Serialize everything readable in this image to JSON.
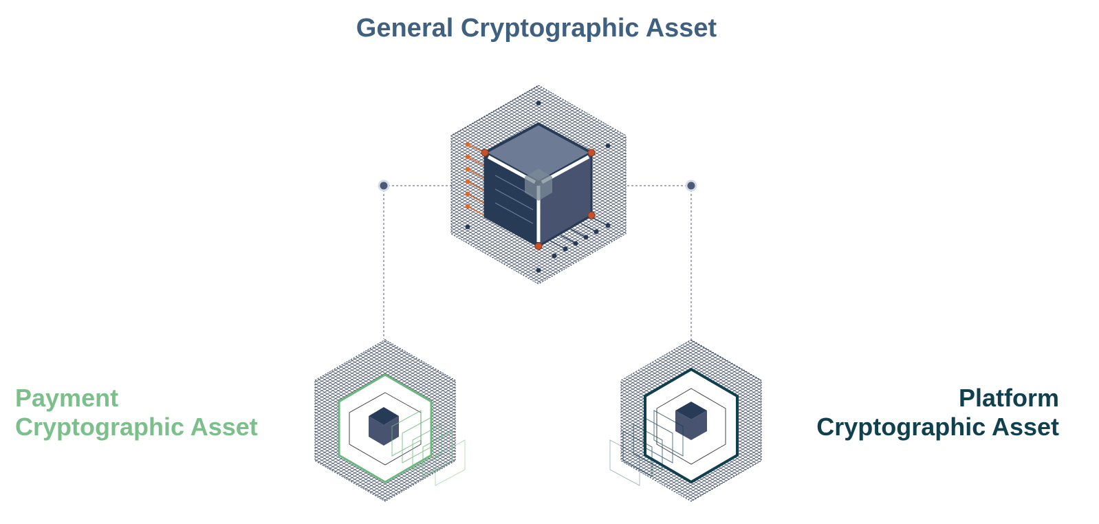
{
  "nodes": {
    "general": {
      "label": "General Cryptographic Asset",
      "color": "#40607f"
    },
    "payment": {
      "line1": "Payment",
      "line2": "Cryptographic Asset",
      "color": "#7bbf8a"
    },
    "platform": {
      "line1": "Platform",
      "line2": "Cryptographic Asset",
      "color": "#103f4d"
    }
  },
  "colors": {
    "grid": "#33415a",
    "cube_dark": "#283b56",
    "cube_top": "#6e7b95",
    "cube_right": "#48546f",
    "accent": "#e06a2a"
  }
}
